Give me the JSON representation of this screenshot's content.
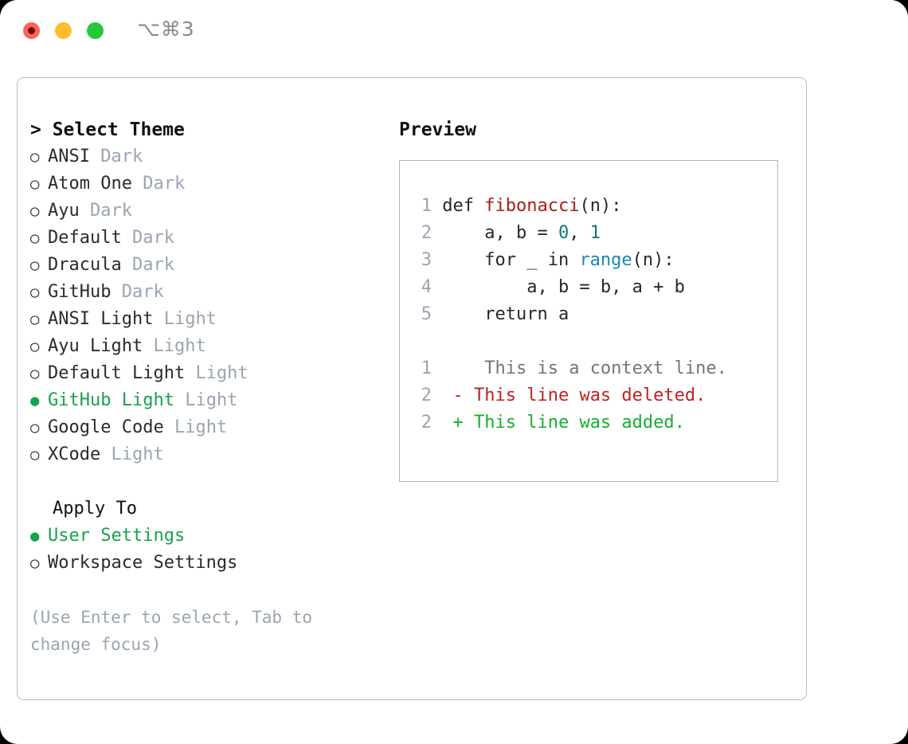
{
  "titlebar": {
    "shortcut": "⌥⌘3",
    "traffic_lights": [
      {
        "name": "close",
        "color": "#ff6259"
      },
      {
        "name": "minimize",
        "color": "#ffbd2e"
      },
      {
        "name": "zoom",
        "color": "#25c73b"
      }
    ]
  },
  "theme_picker": {
    "heading": "> Select Theme",
    "items": [
      {
        "marker": "○",
        "name": "ANSI",
        "tag": "Dark",
        "selected": false
      },
      {
        "marker": "○",
        "name": "Atom One",
        "tag": "Dark",
        "selected": false
      },
      {
        "marker": "○",
        "name": "Ayu",
        "tag": "Dark",
        "selected": false
      },
      {
        "marker": "○",
        "name": "Default",
        "tag": "Dark",
        "selected": false
      },
      {
        "marker": "○",
        "name": "Dracula",
        "tag": "Dark",
        "selected": false
      },
      {
        "marker": "○",
        "name": "GitHub",
        "tag": "Dark",
        "selected": false
      },
      {
        "marker": "○",
        "name": "ANSI Light",
        "tag": "Light",
        "selected": false
      },
      {
        "marker": "○",
        "name": "Ayu Light",
        "tag": "Light",
        "selected": false
      },
      {
        "marker": "○",
        "name": "Default Light",
        "tag": "Light",
        "selected": false
      },
      {
        "marker": "●",
        "name": "GitHub Light",
        "tag": "Light",
        "selected": true
      },
      {
        "marker": "○",
        "name": "Google Code",
        "tag": "Light",
        "selected": false
      },
      {
        "marker": "○",
        "name": "XCode",
        "tag": "Light",
        "selected": false
      }
    ]
  },
  "apply_to": {
    "heading": "Apply To",
    "items": [
      {
        "marker": "●",
        "name": "User Settings",
        "selected": true
      },
      {
        "marker": "○",
        "name": "Workspace Settings",
        "selected": false
      }
    ]
  },
  "hint": "(Use Enter to select, Tab to change focus)",
  "preview": {
    "title": "Preview",
    "code_lines": [
      {
        "lineno": "1",
        "tokens": [
          {
            "text": " def ",
            "style": "plain"
          },
          {
            "text": "fibonacci",
            "style": "fn"
          },
          {
            "text": "(n):",
            "style": "plain"
          }
        ]
      },
      {
        "lineno": "2",
        "tokens": [
          {
            "text": "     a, b = ",
            "style": "plain"
          },
          {
            "text": "0",
            "style": "num"
          },
          {
            "text": ", ",
            "style": "plain"
          },
          {
            "text": "1",
            "style": "num"
          }
        ]
      },
      {
        "lineno": "3",
        "tokens": [
          {
            "text": "     for _ in ",
            "style": "plain"
          },
          {
            "text": "range",
            "style": "call"
          },
          {
            "text": "(n):",
            "style": "plain"
          }
        ]
      },
      {
        "lineno": "4",
        "tokens": [
          {
            "text": "         a, b = b, a + b",
            "style": "plain"
          }
        ]
      },
      {
        "lineno": "5",
        "tokens": [
          {
            "text": "     return a",
            "style": "plain"
          }
        ]
      }
    ],
    "diff_lines": [
      {
        "lineno": "1",
        "marker": " ",
        "text": "  This is a context line.",
        "kind": "context"
      },
      {
        "lineno": "2",
        "marker": "-",
        "text": " This line was deleted.",
        "kind": "deleted"
      },
      {
        "lineno": "2",
        "marker": "+",
        "text": " This line was added.",
        "kind": "added"
      }
    ]
  },
  "colors": {
    "accent_green": "#16a34a",
    "muted": "#9aa5b1",
    "border": "#b6bfcc",
    "syntax_function": "#a3201b",
    "syntax_number": "#0f7a6e",
    "syntax_call": "#1a87b5",
    "diff_deleted": "#bf2121",
    "diff_added": "#14b031"
  }
}
